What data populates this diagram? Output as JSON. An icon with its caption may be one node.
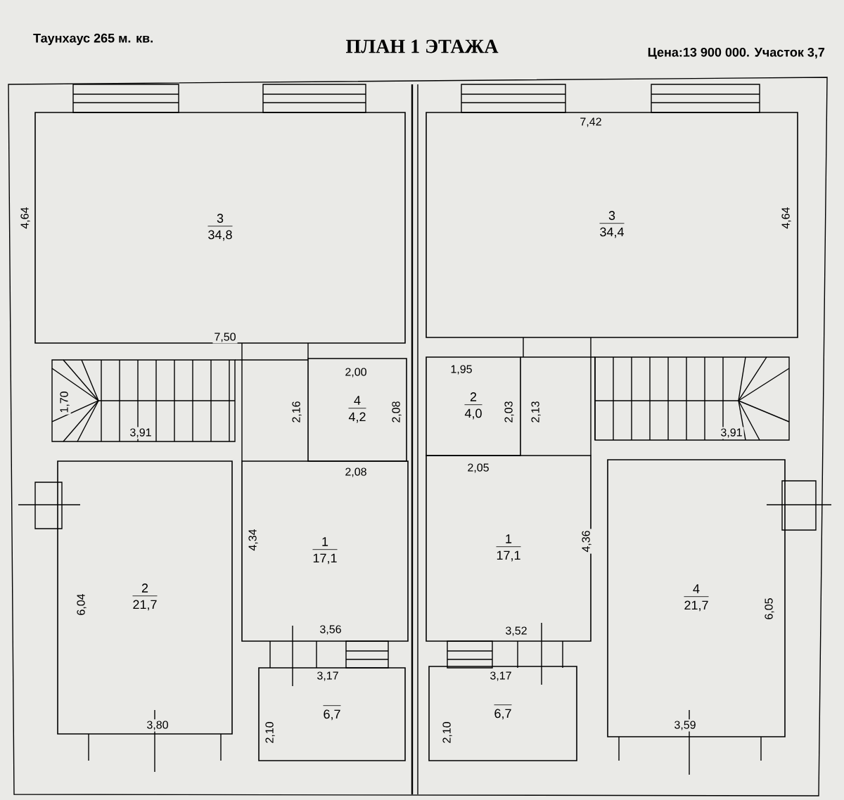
{
  "diagram": {
    "title": "ПЛАН 1 ЭТАЖА",
    "nodes": [
      {
        "text": [
          "3",
          "34,8"
        ]
      },
      {
        "text": [
          "3",
          "34,4"
        ]
      },
      {
        "text": [
          "4",
          "4,2"
        ]
      },
      {
        "text": [
          "2",
          "4,0"
        ]
      },
      {
        "text": [
          "1",
          "17,1"
        ]
      },
      {
        "text": [
          "1",
          "17,1"
        ]
      },
      {
        "text": [
          "2",
          "21,7"
        ]
      },
      {
        "text": [
          "4",
          "21,7"
        ]
      },
      {
        "text": [
          "6,7"
        ]
      },
      {
        "text": [
          "6,7"
        ]
      }
    ],
    "labels": [
      "Таунхаус 265 м. кв.",
      "Цена:13 900 000. Участок 3,7",
      "7,42",
      "4,64",
      "4,64",
      "7,50",
      "2,00",
      "1,95",
      "1,70",
      "2,16",
      "2,08",
      "2,03",
      "2,13",
      "3,91",
      "3,91",
      "2,08",
      "2,05",
      "4,34",
      "4,36",
      "6,04",
      "6,05",
      "3,56",
      "3,52",
      "3,17",
      "3,17",
      "2,10",
      "2,10",
      "3,80",
      "3,59"
    ]
  }
}
